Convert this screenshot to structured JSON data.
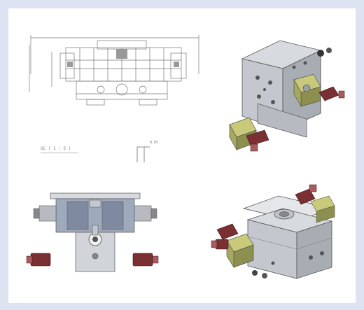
{
  "colors": {
    "background": "#dde3f1",
    "sheet": "#ffffff",
    "line": "#555555",
    "body": "#c9ccd1",
    "body_dark": "#a6aab0",
    "valve": "#c9c97a",
    "valve_dark": "#8d8f4e",
    "cap": "#7a2f32",
    "cap_light": "#a85a5c"
  },
  "views": {
    "top_left": {
      "name": "front-elevation-drawing"
    },
    "top_right": {
      "name": "isometric-view-back"
    },
    "bottom_left": {
      "name": "section-view"
    },
    "bottom_right": {
      "name": "isometric-view-front"
    }
  },
  "labels": {
    "section": "GC ( 1 : 5 )",
    "dimension": "0.05"
  }
}
